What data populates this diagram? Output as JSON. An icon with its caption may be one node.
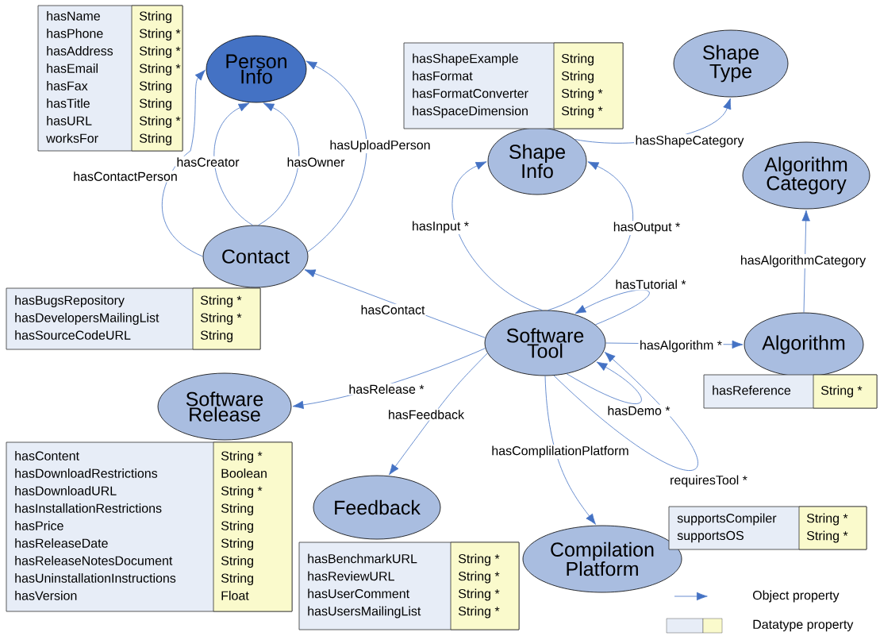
{
  "diagram": {
    "nodes": [
      {
        "text": [
          "Person Info"
        ]
      },
      {
        "text": [
          "hasName",
          "String",
          "hasPhone",
          "String *",
          "hasAddress",
          "String *",
          "hasEmail",
          "String *",
          "hasFax",
          "String",
          "hasTitle",
          "String",
          "hasURL",
          "String *",
          "worksFor",
          "String"
        ]
      },
      {
        "text": [
          "Contact"
        ]
      },
      {
        "text": [
          "hasBugsRepository",
          "String *",
          "hasDevelopersMailingList",
          "String *",
          "hasSourceCodeURL",
          "String"
        ]
      },
      {
        "text": [
          "Shape Info"
        ]
      },
      {
        "text": [
          "hasShapeExample",
          "String",
          "hasFormat",
          "String",
          "hasFormatConverter",
          "String *",
          "hasSpaceDimension",
          "String *"
        ]
      },
      {
        "text": [
          "Shape Type"
        ]
      },
      {
        "text": [
          "Algorithm Category"
        ]
      },
      {
        "text": [
          "Software Tool"
        ]
      },
      {
        "text": [
          "Algorithm"
        ]
      },
      {
        "text": [
          "hasReference",
          "String *"
        ]
      },
      {
        "text": [
          "Software Release"
        ]
      },
      {
        "text": [
          "hasContent",
          "String *",
          "hasDownloadRestrictions",
          "Boolean",
          "hasDownloadURL",
          "String *",
          "hasInstallationRestrictions",
          "String",
          "hasPrice",
          "String",
          "hasReleaseDate",
          "String",
          "hasReleaseNotesDocument",
          "String",
          "hasUninstallationInstructions",
          "String",
          "hasVersion",
          "Float"
        ]
      },
      {
        "text": [
          "Feedback"
        ]
      },
      {
        "text": [
          "hasBenchmarkURL",
          "String *",
          "hasReviewURL",
          "String *",
          "hasUserComment",
          "String *",
          "hasUsersMailingList",
          "String *"
        ]
      },
      {
        "text": [
          "Compilation Platform"
        ]
      },
      {
        "text": [
          "supportsCompiler",
          "String *",
          "supportsOS",
          "String *"
        ]
      }
    ],
    "edges": [
      {
        "from": 2,
        "to": 0,
        "arrow": "to",
        "label": "hasContactPerson"
      },
      {
        "from": 2,
        "to": 0,
        "arrow": "to",
        "label": "hasCreator"
      },
      {
        "from": 2,
        "to": 0,
        "arrow": "to",
        "label": "hasOwner"
      },
      {
        "from": 2,
        "to": 0,
        "arrow": "to",
        "label": "hasUploadPerson"
      },
      {
        "from": 4,
        "to": 6,
        "arrow": "to",
        "label": "hasShapeCategory"
      },
      {
        "from": 8,
        "to": 4,
        "arrow": "to",
        "label": "hasInput *"
      },
      {
        "from": 8,
        "to": 4,
        "arrow": "to",
        "label": "hasOutput *"
      },
      {
        "from": 9,
        "to": 7,
        "arrow": "to",
        "label": "hasAlgorithmCategory"
      },
      {
        "from": 8,
        "to": 9,
        "arrow": "to",
        "label": "hasAlgorithm *"
      },
      {
        "from": 8,
        "to": 2,
        "arrow": "to",
        "label": "hasContact"
      },
      {
        "from": 8,
        "to": 11,
        "arrow": "to",
        "label": "hasRelease *"
      },
      {
        "from": 8,
        "to": 13,
        "arrow": "to",
        "label": "hasFeedback"
      },
      {
        "from": 8,
        "to": 15,
        "arrow": "to",
        "label": "hasComplilationPlatform"
      },
      {
        "from": 8,
        "to": 8,
        "arrow": "to",
        "label": "hasTutorial *"
      },
      {
        "from": 8,
        "to": 8,
        "arrow": "to",
        "label": "hasDemo *"
      },
      {
        "from": 8,
        "to": 8,
        "arrow": "to",
        "label": "requiresTool *"
      }
    ],
    "legend": [
      {
        "text": "Object property"
      },
      {
        "text": "Datatype property"
      }
    ]
  }
}
